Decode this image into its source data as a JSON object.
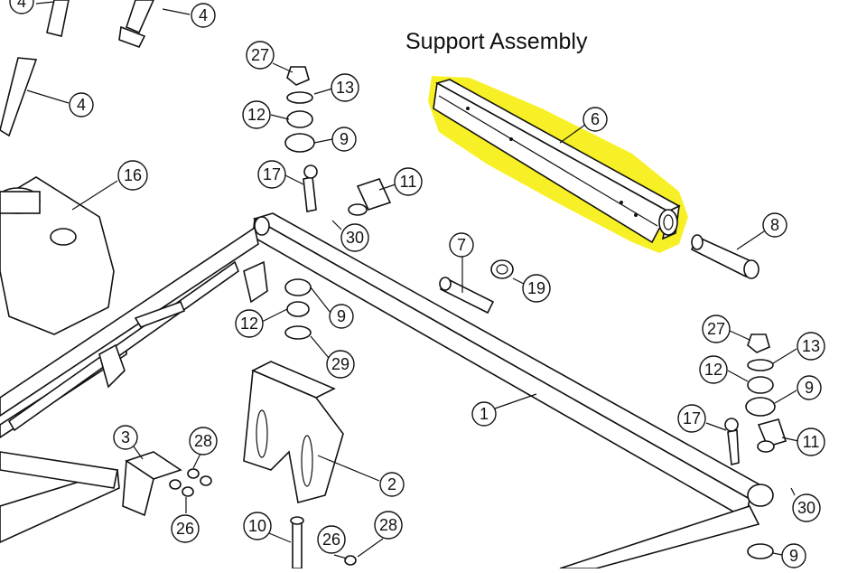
{
  "title": "Support Assembly",
  "highlight_color": "#f7ef1a",
  "callouts": [
    {
      "id": "c-4a",
      "label": "4"
    },
    {
      "id": "c-4b",
      "label": "4"
    },
    {
      "id": "c-27a",
      "label": "27"
    },
    {
      "id": "c-13a",
      "label": "13"
    },
    {
      "id": "c-12a",
      "label": "12"
    },
    {
      "id": "c-9a",
      "label": "9"
    },
    {
      "id": "c-16",
      "label": "16"
    },
    {
      "id": "c-17a",
      "label": "17"
    },
    {
      "id": "c-11a",
      "label": "11"
    },
    {
      "id": "c-30a",
      "label": "30"
    },
    {
      "id": "c-6",
      "label": "6"
    },
    {
      "id": "c-8",
      "label": "8"
    },
    {
      "id": "c-7",
      "label": "7"
    },
    {
      "id": "c-19",
      "label": "19"
    },
    {
      "id": "c-12b",
      "label": "12"
    },
    {
      "id": "c-9b",
      "label": "9"
    },
    {
      "id": "c-29",
      "label": "29"
    },
    {
      "id": "c-27b",
      "label": "27"
    },
    {
      "id": "c-13b",
      "label": "13"
    },
    {
      "id": "c-12c",
      "label": "12"
    },
    {
      "id": "c-9c",
      "label": "9"
    },
    {
      "id": "c-1",
      "label": "1"
    },
    {
      "id": "c-17b",
      "label": "17"
    },
    {
      "id": "c-11b",
      "label": "11"
    },
    {
      "id": "c-3",
      "label": "3"
    },
    {
      "id": "c-28a",
      "label": "28"
    },
    {
      "id": "c-26a",
      "label": "26"
    },
    {
      "id": "c-2",
      "label": "2"
    },
    {
      "id": "c-30b",
      "label": "30"
    },
    {
      "id": "c-10",
      "label": "10"
    },
    {
      "id": "c-26b",
      "label": "26"
    },
    {
      "id": "c-28b",
      "label": "28"
    },
    {
      "id": "c-9d",
      "label": "9"
    }
  ]
}
